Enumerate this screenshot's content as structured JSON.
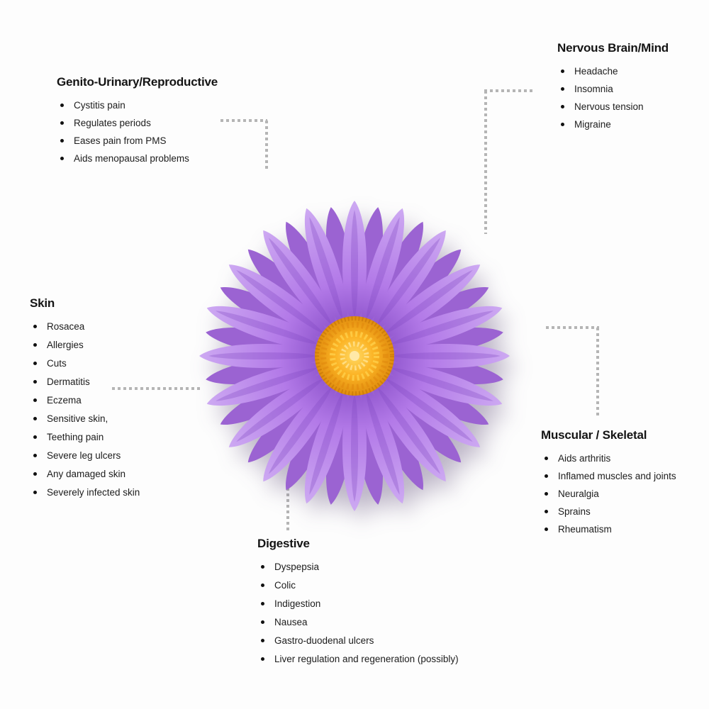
{
  "sections": {
    "genito": {
      "title": "Genito-Urinary/Reproductive",
      "items": [
        "Cystitis pain",
        "Regulates periods",
        "Eases pain from PMS",
        "Aids menopausal problems"
      ]
    },
    "nervous": {
      "title": "Nervous Brain/Mind",
      "items": [
        "Headache",
        "Insomnia",
        "Nervous tension",
        "Migraine"
      ]
    },
    "skin": {
      "title": "Skin",
      "items": [
        "Rosacea",
        "Allergies",
        "Cuts",
        "Dermatitis",
        "Eczema",
        "Sensitive skin,",
        "Teething pain",
        "Severe leg ulcers",
        "Any damaged skin",
        "Severely infected skin"
      ]
    },
    "muscular": {
      "title": "Muscular / Skeletal",
      "items": [
        "Aids arthritis",
        "Inflamed muscles and joints",
        "Neuralgia",
        "Sprains",
        "Rheumatism"
      ]
    },
    "digestive": {
      "title": "Digestive",
      "items": [
        "Dyspepsia",
        "Colic",
        "Indigestion",
        "Nausea",
        "Gastro-duodenal ulcers",
        "Liver regulation and regeneration (possibly)"
      ]
    }
  },
  "flower": {
    "type": "purple-aster",
    "petal_color": "#b37ae8",
    "petal_tip_color": "#cda9f2",
    "petal_base_color": "#8e54cc",
    "center_color": "#f7a91c"
  },
  "connector_color": "#b5b5b5",
  "text_color": "#1c1c1c",
  "background_color": "#fdfdfd"
}
